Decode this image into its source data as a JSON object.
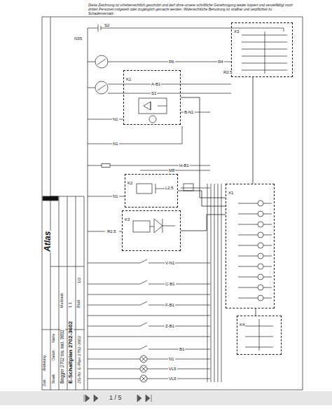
{
  "diagram": {
    "nodes": [
      {
        "text": [
          "X3"
        ]
      },
      {
        "text": [
          "K1"
        ]
      },
      {
        "text": [
          "K2"
        ]
      },
      {
        "text": [
          "K3"
        ]
      },
      {
        "text": [
          "X1"
        ]
      },
      {
        "text": [
          "K4"
        ]
      }
    ],
    "edges": [
      {
        "from": 1,
        "to": 4,
        "arrow": "none"
      },
      {
        "from": 2,
        "to": 4,
        "arrow": "none"
      },
      {
        "from": 3,
        "to": 4,
        "arrow": "none"
      },
      {
        "from": 0,
        "to": 4,
        "arrow": "none"
      },
      {
        "from": 4,
        "to": 5,
        "arrow": "none"
      }
    ],
    "labels": [
      "Diese Zeichnung ist urheberrechtlich geschützt und darf ohne unsere schriftliche Genehmigung weder kopiert und vervielfältigt noch dritten Personen mitgeteilt oder zugänglich gemacht werden. Widerrechtliche Benutzung ist strafbar und verpflichtet zu Schadensersatz.",
      "S2",
      "N35",
      "R6",
      "R4",
      "R2.5",
      "A-B1",
      "S1",
      "B-N1",
      "N1",
      "N1",
      "H-B1",
      "M8",
      "L2.5",
      "N1",
      "R2.5",
      "V-N1",
      "C-B1",
      "F-B1",
      "Z-B1",
      "B1",
      "N1",
      "VL5",
      "VL5",
      "Atlas",
      "Bagger 2702 bis inkl. 3602",
      "E-Schaltplan 2702-3602",
      "ZG-Nr. E-Plan 2702-3602",
      "Maßstab",
      "1:1",
      "Blatt",
      "1/2",
      "Bearb.",
      "Datum",
      "Name",
      "Zust.",
      "Änderung",
      "1 / 5"
    ]
  }
}
